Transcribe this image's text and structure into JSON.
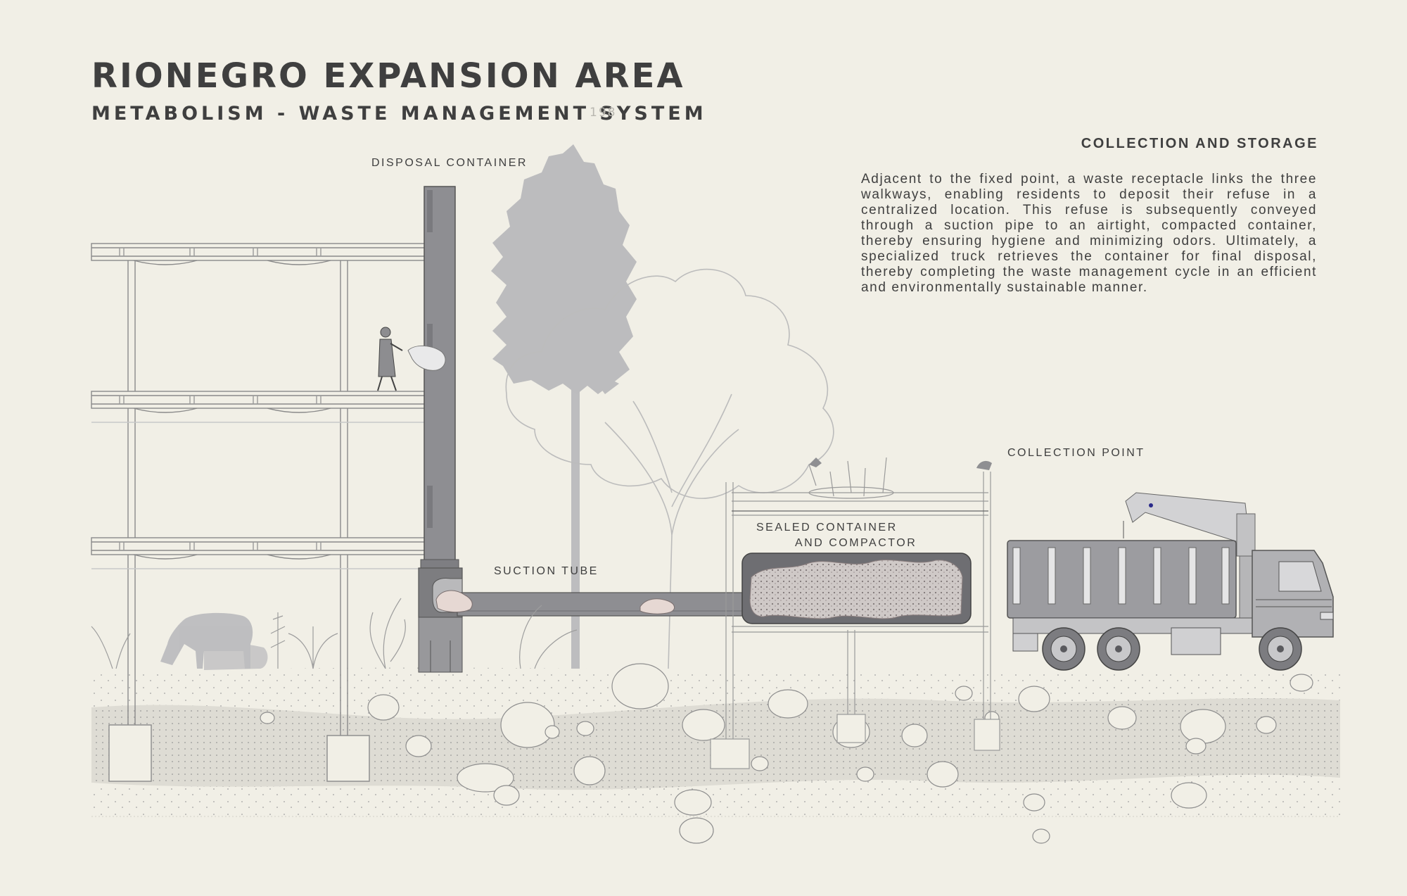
{
  "header": {
    "title": "RIONEGRO EXPANSION AREA",
    "subtitle": "METABOLISM - WASTE MANAGEMENT SYSTEM",
    "faint_number": "198"
  },
  "description": {
    "heading": "COLLECTION AND STORAGE",
    "text": "Adjacent to the fixed point, a waste receptacle links the three walkways, enabling residents to deposit their refuse in a centralized location. This refuse is subsequently conveyed through a suction pipe to an airtight, compacted container, thereby ensuring hygiene and minimizing odors. Ultimately, a specialized truck retrieves the container for final disposal, thereby completing the waste management cycle in an efficient and environmentally sustainable manner."
  },
  "labels": {
    "disposal_container": "DISPOSAL CONTAINER",
    "suction_tube": "SUCTION TUBE",
    "sealed_container_line1": "SEALED CONTAINER",
    "sealed_container_line2": "AND COMPACTOR",
    "collection_point": "COLLECTION POINT"
  },
  "colors": {
    "background": "#f1efe6",
    "ink": "#3f3f3f",
    "line": "#8a8a8a",
    "chute": "#8e8e92",
    "tree_pine": "#b9b9bb",
    "soil_band": "#dedcd4"
  }
}
